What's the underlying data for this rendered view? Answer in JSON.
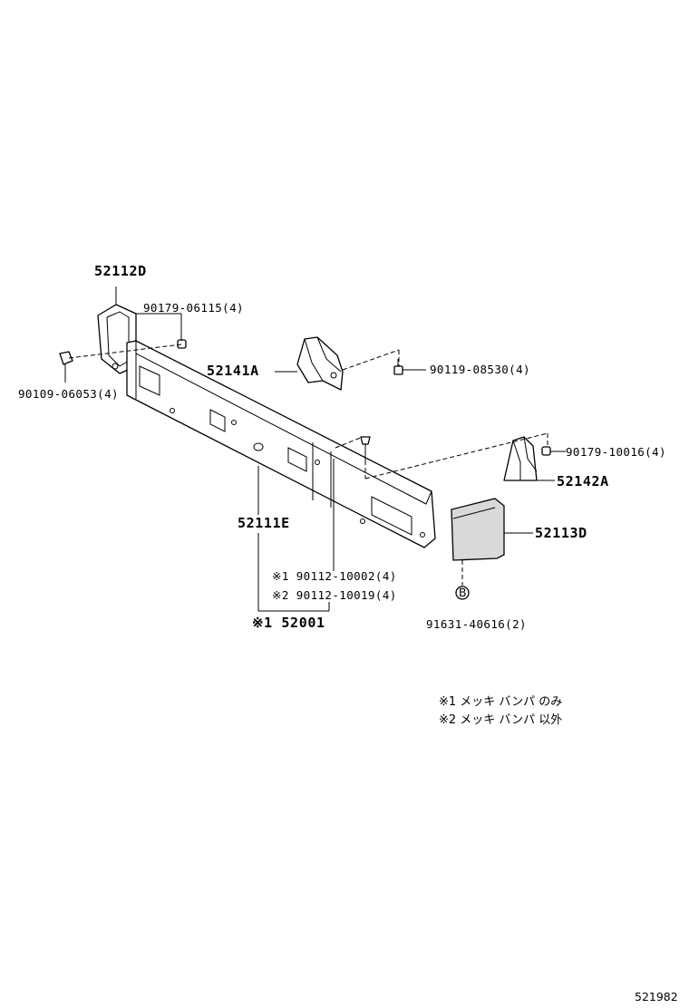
{
  "labels": {
    "end_left": "52112D",
    "nut_left_top": "90179-06115(4)",
    "clip_left": "90109-06053(4)",
    "bracket_left": "52141A",
    "bolt_right_top": "90119-08530(4)",
    "nut_right": "90179-10016(4)",
    "bracket_right": "52142A",
    "bumper_bar": "52111E",
    "end_right": "52113D",
    "bolt_note1": "※1 90112-10002(4)",
    "bolt_note2": "※2 90112-10019(4)",
    "assembly": "※1 52001",
    "plug": "91631-40616(2)"
  },
  "notes": {
    "note1": "※1 メッキ バンパ のみ",
    "note2": "※2 メッキ バンパ 以外"
  },
  "figure_number": "521982"
}
